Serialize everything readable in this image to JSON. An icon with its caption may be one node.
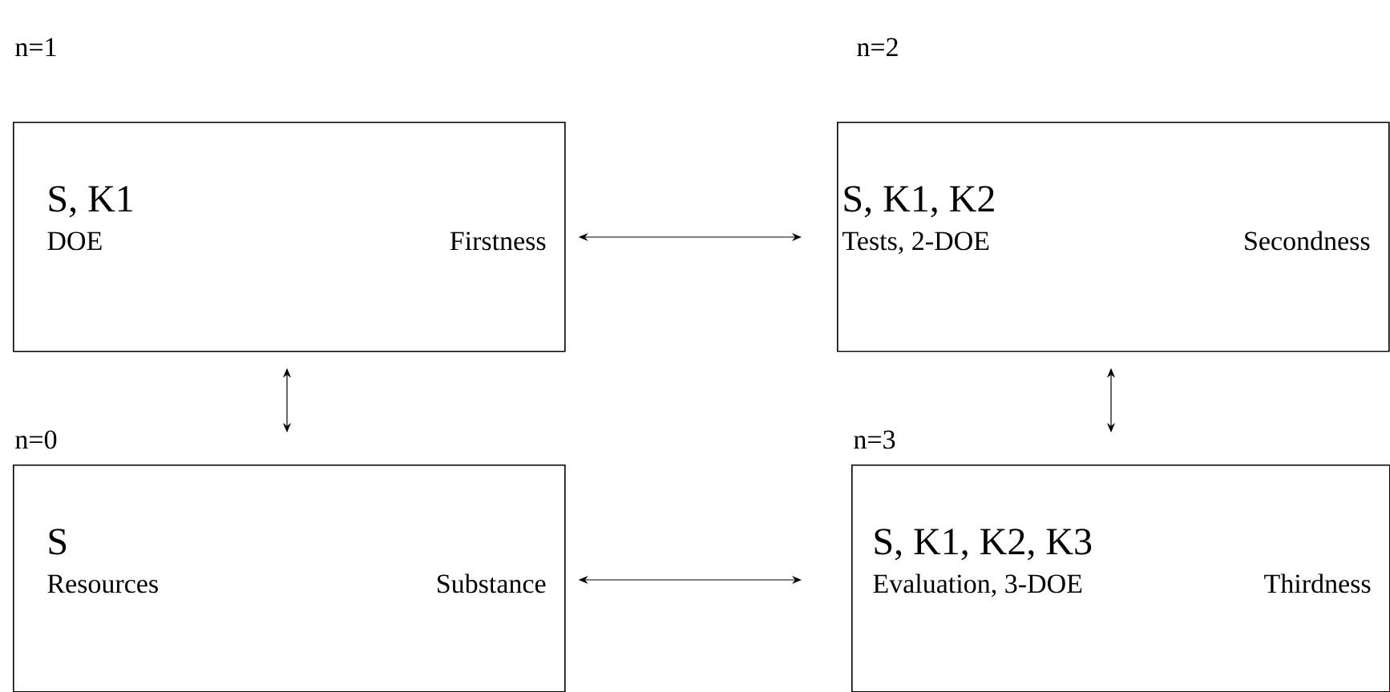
{
  "diagram": {
    "nodes": [
      {
        "text": [
          "S, K1",
          "DOE",
          "Firstness"
        ],
        "beside": [
          "n=1"
        ]
      },
      {
        "text": [
          "S, K1, K2",
          "Tests, 2-DOE",
          "Secondness"
        ],
        "beside": [
          "n=2"
        ]
      },
      {
        "text": [
          "S",
          "Resources",
          "Substance"
        ],
        "beside": [
          "n=0"
        ]
      },
      {
        "text": [
          "S, K1, K2, K3",
          "Evaluation, 3-DOE",
          "Thirdness"
        ],
        "beside": [
          "n=3"
        ]
      }
    ],
    "edges": [
      {
        "from": 0,
        "to": 1,
        "arrow": "both"
      },
      {
        "from": 0,
        "to": 2,
        "arrow": "both"
      },
      {
        "from": 1,
        "to": 3,
        "arrow": "both"
      },
      {
        "from": 2,
        "to": 3,
        "arrow": "both"
      }
    ]
  }
}
